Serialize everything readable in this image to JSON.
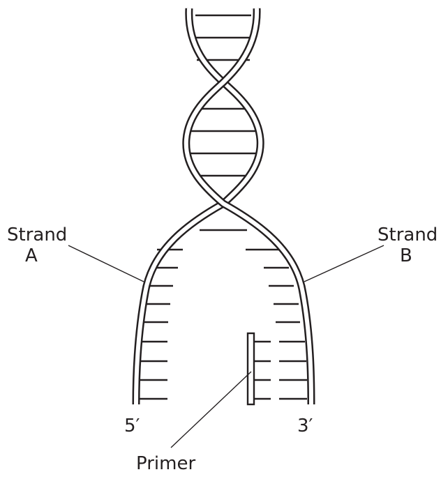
{
  "labels": {
    "strand_a_line1": "Strand",
    "strand_a_line2": "A",
    "strand_b_line1": "Strand",
    "strand_b_line2": "B",
    "end_left": "5′",
    "end_right": "3′",
    "primer": "Primer"
  },
  "colors": {
    "ink": "#231f20",
    "background": "#ffffff"
  }
}
